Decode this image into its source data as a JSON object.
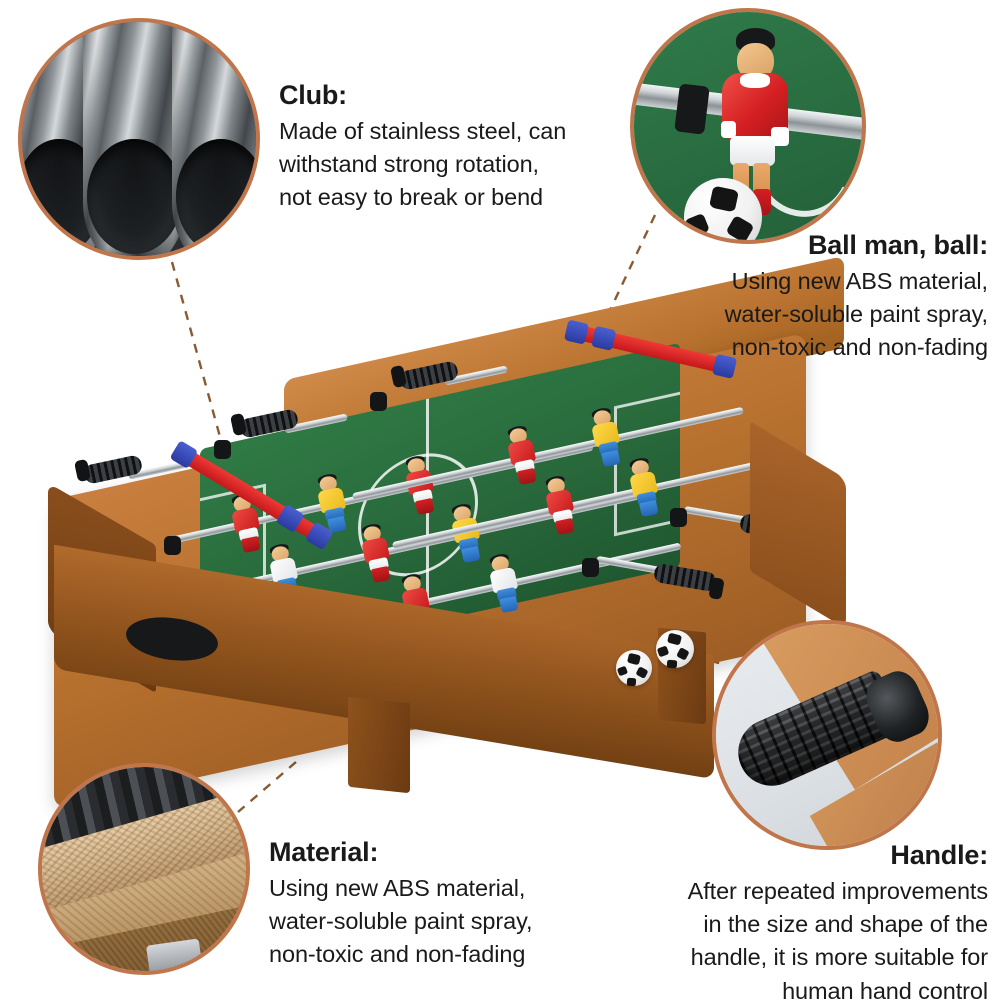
{
  "page": {
    "background_color": "#ffffff",
    "accent_ring_color": "#c0764a",
    "connector_color": "#8a5a33",
    "text_color": "#1a1a1a"
  },
  "product": {
    "name": "mini table football / foosball table",
    "parts": {
      "field_color": "#2a6c3d",
      "cabinet_color": "#b9722f",
      "player_red": "#d41f22",
      "player_yellow": "#e8b91c",
      "score_red": "#c4181c",
      "score_blue": "#2a3aa0"
    }
  },
  "callouts": [
    {
      "id": "club",
      "title": "Club:",
      "lines": [
        "Made of stainless steel, can",
        "withstand strong rotation,",
        "not easy to break or bend"
      ],
      "align": "left",
      "image": "stainless-steel-tubes-photo"
    },
    {
      "id": "ball-man-ball",
      "title": "Ball man, ball:",
      "lines": [
        "Using new ABS material,",
        "water-soluble paint spray,",
        "non-toxic and non-fading"
      ],
      "align": "right",
      "image": "foosball-player-figure-photo"
    },
    {
      "id": "material",
      "title": "Material:",
      "lines": [
        "Using new ABS material,",
        "water-soluble paint spray,",
        "non-toxic and non-fading"
      ],
      "align": "left",
      "image": "particle-board-edge-photo"
    },
    {
      "id": "handle",
      "title": "Handle:",
      "lines": [
        "After repeated improvements",
        "in the size and shape of the",
        "handle, it is more suitable for",
        "human hand control"
      ],
      "align": "right",
      "image": "black-rubber-handle-photo"
    }
  ]
}
